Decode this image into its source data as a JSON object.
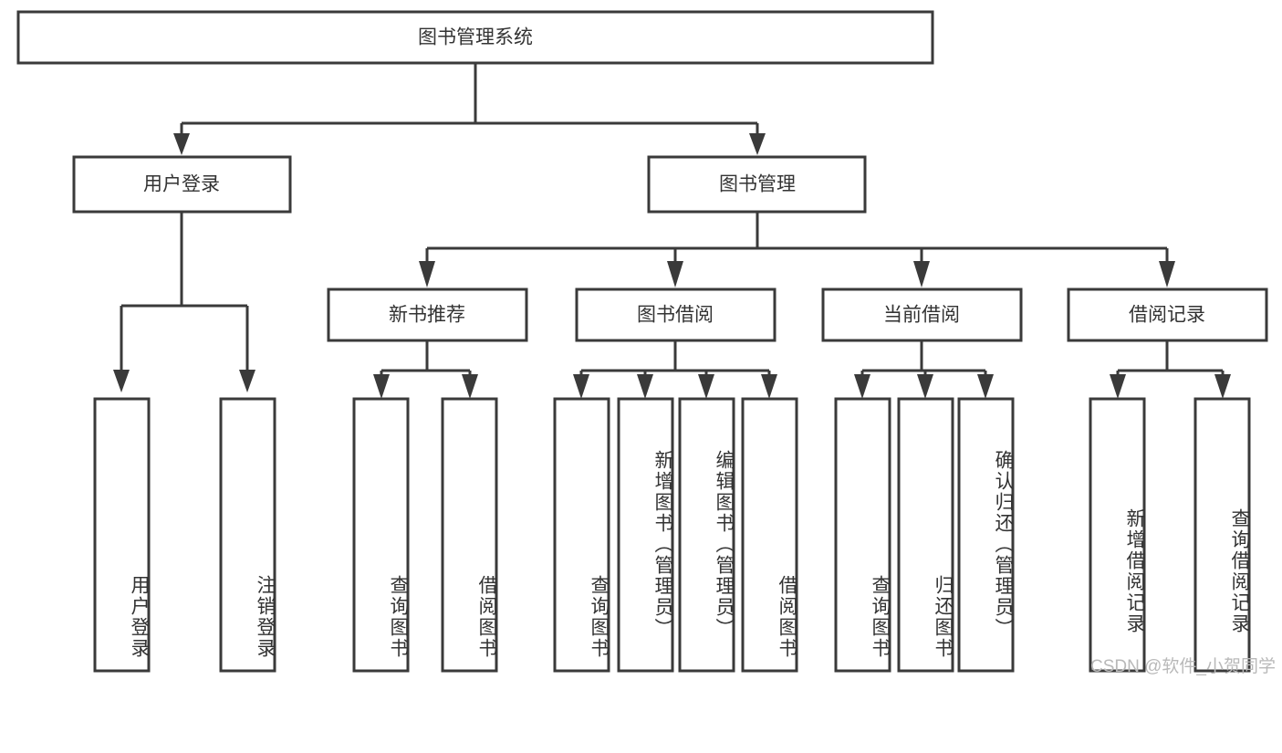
{
  "diagram": {
    "type": "tree",
    "title": "图书管理系统",
    "orientation": "top-down",
    "colors": {
      "box_fill": "#ffffff",
      "box_stroke": "#3a3a3a",
      "text": "#333333",
      "watermark": "#b9b9b9",
      "background": "#ffffff"
    },
    "root": {
      "id": "root",
      "label": "图书管理系统",
      "level": 0
    },
    "level1": [
      {
        "id": "user-login",
        "label": "用户登录",
        "level": 1
      },
      {
        "id": "book-manage",
        "label": "图书管理",
        "level": 1
      }
    ],
    "level2": [
      {
        "id": "new-book-rec",
        "label": "新书推荐",
        "level": 2,
        "parent": "book-manage"
      },
      {
        "id": "book-borrow",
        "label": "图书借阅",
        "level": 2,
        "parent": "book-manage"
      },
      {
        "id": "current-borrow",
        "label": "当前借阅",
        "level": 2,
        "parent": "book-manage"
      },
      {
        "id": "borrow-record",
        "label": "借阅记录",
        "level": 2,
        "parent": "book-manage"
      }
    ],
    "leaves": [
      {
        "id": "leaf-user-login",
        "label": "用户登录",
        "parent": "user-login"
      },
      {
        "id": "leaf-user-logout",
        "label": "注销登录",
        "parent": "user-login"
      },
      {
        "id": "leaf-rec-query",
        "label": "查询图书",
        "parent": "new-book-rec"
      },
      {
        "id": "leaf-rec-borrow",
        "label": "借阅图书",
        "parent": "new-book-rec"
      },
      {
        "id": "leaf-borrow-query",
        "label": "查询图书",
        "parent": "book-borrow"
      },
      {
        "id": "leaf-borrow-add",
        "label": "新增图书（管理员）",
        "parent": "book-borrow"
      },
      {
        "id": "leaf-borrow-edit",
        "label": "编辑图书（管理员）",
        "parent": "book-borrow"
      },
      {
        "id": "leaf-borrow-lend",
        "label": "借阅图书",
        "parent": "book-borrow"
      },
      {
        "id": "leaf-cur-query",
        "label": "查询图书",
        "parent": "current-borrow"
      },
      {
        "id": "leaf-cur-return",
        "label": "归还图书",
        "parent": "current-borrow"
      },
      {
        "id": "leaf-cur-confirm",
        "label": "确认归还（管理员）",
        "parent": "current-borrow"
      },
      {
        "id": "leaf-rec-add",
        "label": "新增借阅记录",
        "parent": "borrow-record"
      },
      {
        "id": "leaf-rec-query-record",
        "label": "查询借阅记录",
        "parent": "borrow-record"
      }
    ]
  },
  "watermark": {
    "text": "CSDN @软件_小贺同学"
  }
}
